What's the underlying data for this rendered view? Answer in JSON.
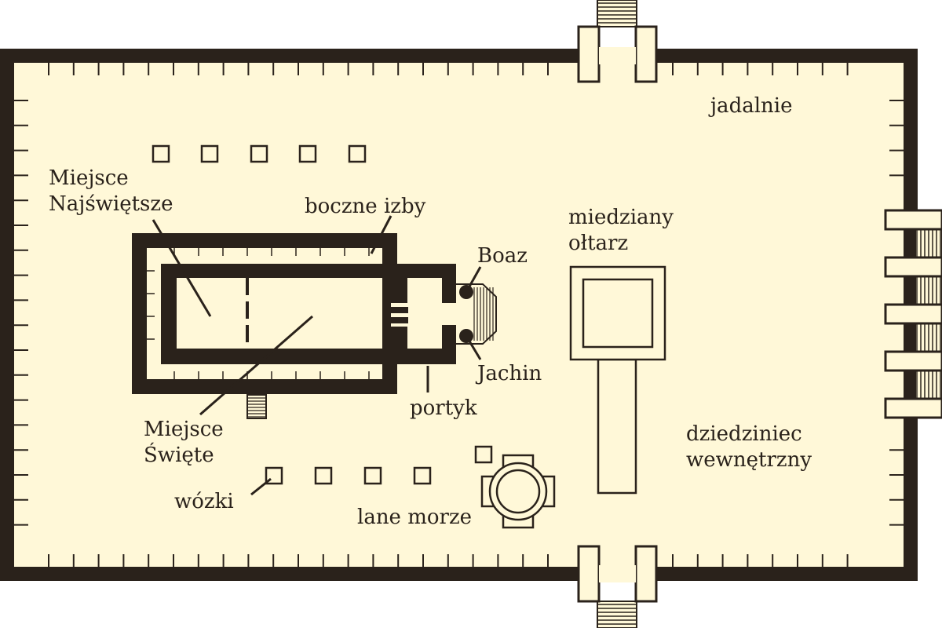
{
  "colors": {
    "background": "#fff8d8",
    "wall": "#2a221b",
    "line": "#2a221b"
  },
  "labels": {
    "dining_rooms": "jadalnie",
    "most_holy_1": "Miejsce",
    "most_holy_2": "Najświętsze",
    "side_rooms": "boczne izby",
    "copper_altar_1": "miedziany",
    "copper_altar_2": "ołtarz",
    "boaz": "Boaz",
    "jachin": "Jachin",
    "portico": "portyk",
    "holy_1": "Miejsce",
    "holy_2": "Święte",
    "carts": "wózki",
    "molten_sea": "lane morze",
    "inner_court_1": "dziedziniec",
    "inner_court_2": "wewnętrzny"
  }
}
